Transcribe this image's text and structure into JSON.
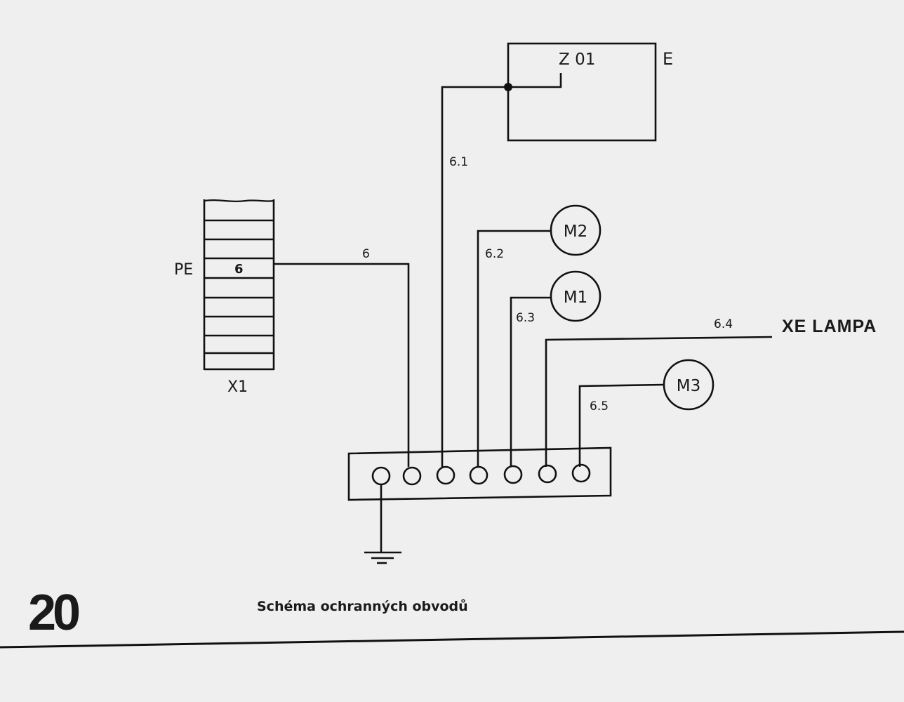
{
  "figure": {
    "number": "20",
    "caption": "Schéma ochranných obvodů"
  },
  "labels": {
    "pe": "PE",
    "x1": "X1",
    "x1_terminal": "6",
    "z01": "Z 01",
    "e": "E",
    "xe_lampa": "XE LAMPA"
  },
  "wires": {
    "w6": "6",
    "w61": "6.1",
    "w62": "6.2",
    "w63": "6.3",
    "w64": "6.4",
    "w65": "6.5"
  },
  "motors": {
    "m1": "M1",
    "m2": "M2",
    "m3": "M3"
  },
  "colors": {
    "ink": "#111111",
    "paper": "#efefef"
  }
}
